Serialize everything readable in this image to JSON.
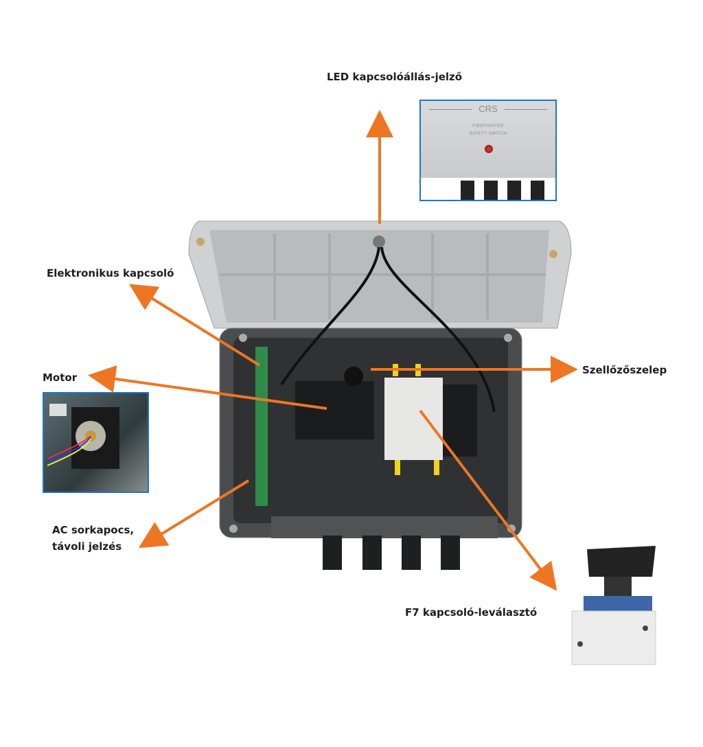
{
  "labels": {
    "led_indicator": "LED kapcsolóállás-jelző",
    "electronic_switch": "Elektronikus kapcsoló",
    "motor": "Motor",
    "ac_terminal_line1": "AC sorkapocs,",
    "ac_terminal_line2": "távoli jelzés",
    "vent_valve": "Szellőzőszelep",
    "f7_isolator": "F7 kapcsoló-leválasztó"
  },
  "led_inset": {
    "brand": "CRS",
    "line1": "FIREFIGHTER",
    "line2": "SAFETY SWITCH"
  },
  "colors": {
    "arrow": "#ee7623",
    "inset_border": "#1f74c6"
  }
}
